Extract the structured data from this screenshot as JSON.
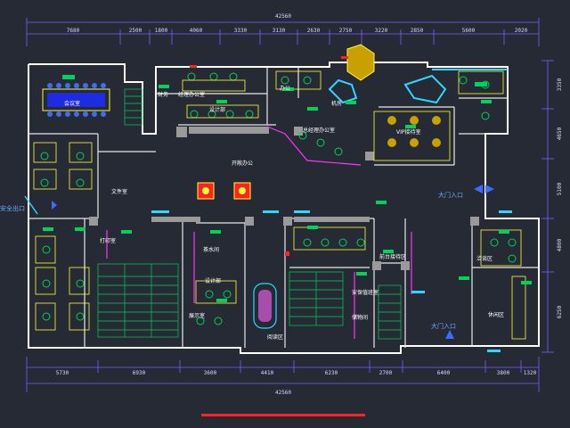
{
  "plan": {
    "total_width_top": "42560",
    "total_width_bottom": "42560",
    "top_dims": [
      "7680",
      "2500",
      "1800",
      "4060",
      "3330",
      "3130",
      "2630",
      "2750",
      "3220",
      "2850",
      "5600",
      "2020"
    ],
    "bottom_dims": [
      "5730",
      "6930",
      "3600",
      "4410",
      "6230",
      "2700",
      "6400",
      "3800",
      "1320"
    ],
    "right_dims": [
      "3350",
      "4650",
      "5100",
      "4800",
      "6250"
    ],
    "rooms": {
      "meeting": "会议室",
      "finance": "财务",
      "manager": "经理办公室",
      "office_a": "办公",
      "machine": "机房",
      "ceo_office": "总经理办公室",
      "vip": "VIP接待室",
      "open_office": "开敞办公",
      "archive": "文件室",
      "design": "设计部",
      "print_room": "打印室",
      "pantry": "茶水间",
      "design2": "设计部",
      "presentation": "展示室",
      "reading": "阅读区",
      "reception": "前台接待区",
      "security": "安保值班室",
      "storage": "储物间",
      "discussion": "洽谈区",
      "leisure": "休闲区"
    },
    "entrances": {
      "main_right": "大门入口",
      "main_bottom": "大门入口",
      "side_left": "安全出口"
    }
  },
  "colors": {
    "background": "#262a35",
    "wall": "#ffffff",
    "furniture_green": "#00d25a",
    "furniture_yellow": "#ffff33",
    "highlight_cyan": "#2bd9ff",
    "magenta": "#ff33ff",
    "red": "#ff2222",
    "dimension_line": "#6a4dff"
  }
}
